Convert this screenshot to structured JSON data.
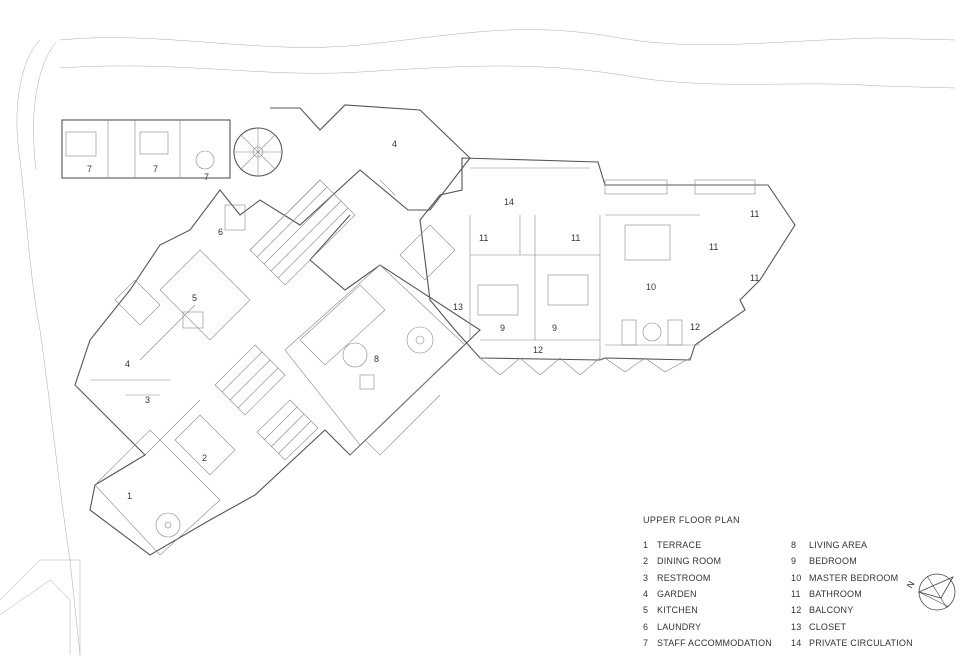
{
  "plan": {
    "title": "UPPER FLOOR PLAN",
    "labels": [
      {
        "id": "r7a",
        "text": "7"
      },
      {
        "id": "r7b",
        "text": "7"
      },
      {
        "id": "r7c",
        "text": "7"
      },
      {
        "id": "r4a",
        "text": "4"
      },
      {
        "id": "r14",
        "text": "14"
      },
      {
        "id": "r6",
        "text": "6"
      },
      {
        "id": "r11a",
        "text": "11"
      },
      {
        "id": "r11b",
        "text": "11"
      },
      {
        "id": "r11c",
        "text": "11"
      },
      {
        "id": "r11d",
        "text": "11"
      },
      {
        "id": "r11e",
        "text": "11"
      },
      {
        "id": "r5",
        "text": "5"
      },
      {
        "id": "r13",
        "text": "13"
      },
      {
        "id": "r9a",
        "text": "9"
      },
      {
        "id": "r9b",
        "text": "9"
      },
      {
        "id": "r10",
        "text": "10"
      },
      {
        "id": "r12a",
        "text": "12"
      },
      {
        "id": "r12b",
        "text": "12"
      },
      {
        "id": "r8",
        "text": "8"
      },
      {
        "id": "r4b",
        "text": "4"
      },
      {
        "id": "r3",
        "text": "3"
      },
      {
        "id": "r2",
        "text": "2"
      },
      {
        "id": "r1",
        "text": "1"
      }
    ]
  },
  "legend": {
    "left": [
      {
        "num": "1",
        "name": "TERRACE"
      },
      {
        "num": "2",
        "name": "DINING ROOM"
      },
      {
        "num": "3",
        "name": "RESTROOM"
      },
      {
        "num": "4",
        "name": "GARDEN"
      },
      {
        "num": "5",
        "name": "KITCHEN"
      },
      {
        "num": "6",
        "name": "LAUNDRY"
      },
      {
        "num": "7",
        "name": "STAFF ACCOMMODATION"
      }
    ],
    "right": [
      {
        "num": "8",
        "name": "LIVING AREA"
      },
      {
        "num": "9",
        "name": "BEDROOM"
      },
      {
        "num": "10",
        "name": "MASTER BEDROOM"
      },
      {
        "num": "11",
        "name": "BATHROOM"
      },
      {
        "num": "12",
        "name": "BALCONY"
      },
      {
        "num": "13",
        "name": "CLOSET"
      },
      {
        "num": "14",
        "name": "PRIVATE CIRCULATION"
      }
    ]
  },
  "north": {
    "label": "N"
  }
}
